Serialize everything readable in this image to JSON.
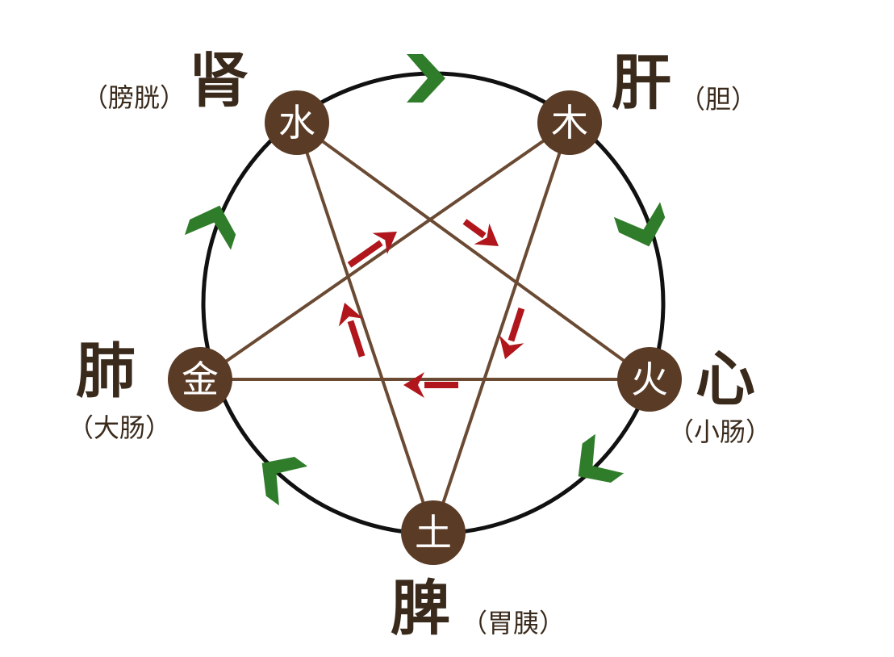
{
  "colors": {
    "node_fill": "#5a3b25",
    "circle_stroke": "#111111",
    "star_line": "#6b4a33",
    "generating_arrow": "#2f7d2a",
    "controlling_arrow": "#b0161c",
    "organ_text": "#3a2a1c"
  },
  "nodes": [
    {
      "id": "water",
      "element": "水",
      "organ": "肾",
      "paired": "（膀胱）"
    },
    {
      "id": "wood",
      "element": "木",
      "organ": "肝",
      "paired": "（胆）"
    },
    {
      "id": "fire",
      "element": "火",
      "organ": "心",
      "paired": "（小肠）"
    },
    {
      "id": "earth",
      "element": "土",
      "organ": "脾",
      "paired": "（胃胰）"
    },
    {
      "id": "metal",
      "element": "金",
      "organ": "肺",
      "paired": "（大肠）"
    }
  ],
  "generating_cycle": [
    "水",
    "木",
    "火",
    "土",
    "金"
  ],
  "controlling_cycle": [
    "水",
    "火",
    "金",
    "木",
    "土"
  ]
}
